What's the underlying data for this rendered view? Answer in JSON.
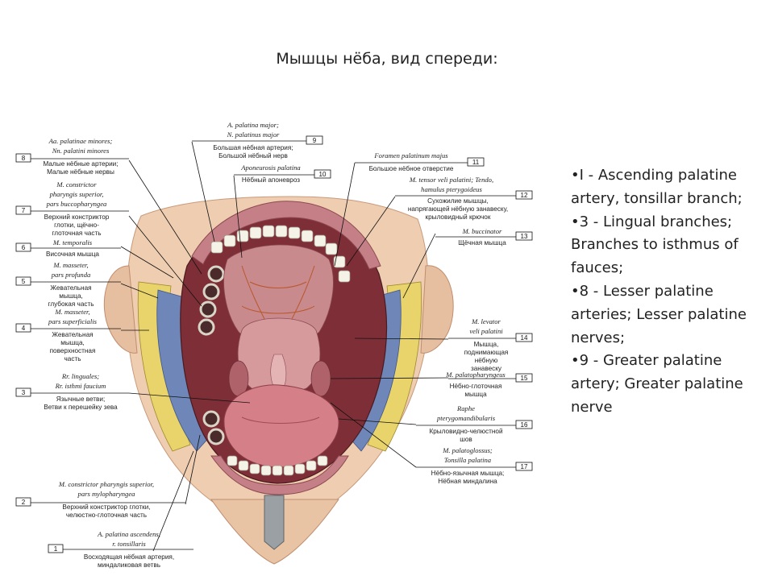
{
  "title": "Мышцы нёба, вид спереди:",
  "labels": [
    {
      "num": "9",
      "lat": [
        "A. palatina major;",
        "N. palatinus major"
      ],
      "ru": [
        "Большая нёбная артерия;",
        "Большой нёбный нерв"
      ]
    },
    {
      "num": "10",
      "lat": [
        "Aponeurosis palatina"
      ],
      "ru": [
        "Нёбный апоневроз"
      ]
    },
    {
      "num": "8",
      "lat": [
        "Aa. palatinae minores;",
        "Nn. palatini minores"
      ],
      "ru": [
        "Малые нёбные артерии;",
        "Малые нёбные нервы"
      ]
    },
    {
      "num": "7",
      "lat": [
        "M. constrictor",
        "pharyngis superior,",
        "pars buccopharyngea"
      ],
      "ru": [
        "Верхний констриктор",
        "глотки, щёчно-",
        "глоточная часть"
      ]
    },
    {
      "num": "6",
      "lat": [
        "M. temporalis"
      ],
      "ru": [
        "Височная мышца"
      ]
    },
    {
      "num": "5",
      "lat": [
        "M. masseter,",
        "pars profunda"
      ],
      "ru": [
        "Жевательная",
        "мышца,",
        "глубокая часть"
      ]
    },
    {
      "num": "4",
      "lat": [
        "M. masseter,",
        "pars superficialis"
      ],
      "ru": [
        "Жевательная",
        "мышца,",
        "поверхностная",
        "часть"
      ]
    },
    {
      "num": "3",
      "lat": [
        "Rr. linguales;",
        "Rr. isthmi faucium"
      ],
      "ru": [
        "Язычные ветви;",
        "Ветви к перешейку зева"
      ]
    },
    {
      "num": "2",
      "lat": [
        "M. constrictor pharyngis superior,",
        "pars mylopharyngea"
      ],
      "ru": [
        "Верхний констриктор глотки,",
        "челюстно-глоточная часть"
      ]
    },
    {
      "num": "1",
      "lat": [
        "A. palatina ascendens,",
        "r. tonsillaris"
      ],
      "ru": [
        "Восходящая нёбная артерия,",
        "миндаликовая ветвь"
      ]
    },
    {
      "num": "11",
      "lat": [
        "Foramen palatinum majus"
      ],
      "ru": [
        "Большое нёбное отверстие"
      ]
    },
    {
      "num": "12",
      "lat": [
        "M. tensor veli palatini; Tendo,",
        "hamulus pterygoideus"
      ],
      "ru": [
        "Сухожилие мышцы,",
        "напрягающей нёбную занавеску,",
        "крыловидный крючок"
      ]
    },
    {
      "num": "13",
      "lat": [
        "M. buccinator"
      ],
      "ru": [
        "Щёчная мышца"
      ]
    },
    {
      "num": "14",
      "lat": [
        "M. levator",
        "veli palatini"
      ],
      "ru": [
        "Мышца,",
        "поднимающая",
        "нёбную",
        "занавеску"
      ]
    },
    {
      "num": "15",
      "lat": [
        "M. palatopharyngeus"
      ],
      "ru": [
        "Нёбно-глоточная",
        "мышца"
      ]
    },
    {
      "num": "16",
      "lat": [
        "Raphe",
        "pterygomandibularis"
      ],
      "ru": [
        "Крыловидно-челюстной",
        "шов"
      ]
    },
    {
      "num": "17",
      "lat": [
        "M. palatoglossus;",
        "Tonsilla palatina"
      ],
      "ru": [
        "Нёбно-язычная мышца;",
        "Нёбная миндалина"
      ]
    }
  ],
  "notes": [
    "•I - Ascending palatine artery, tonsillar branch;",
    "•3 - Lingual branches; Branches to isthmus of fauces;",
    "•8 - Lesser palatine arteries; Lesser palatine nerves;",
    "•9 - Greater palatine artery; Greater palatine nerve"
  ]
}
